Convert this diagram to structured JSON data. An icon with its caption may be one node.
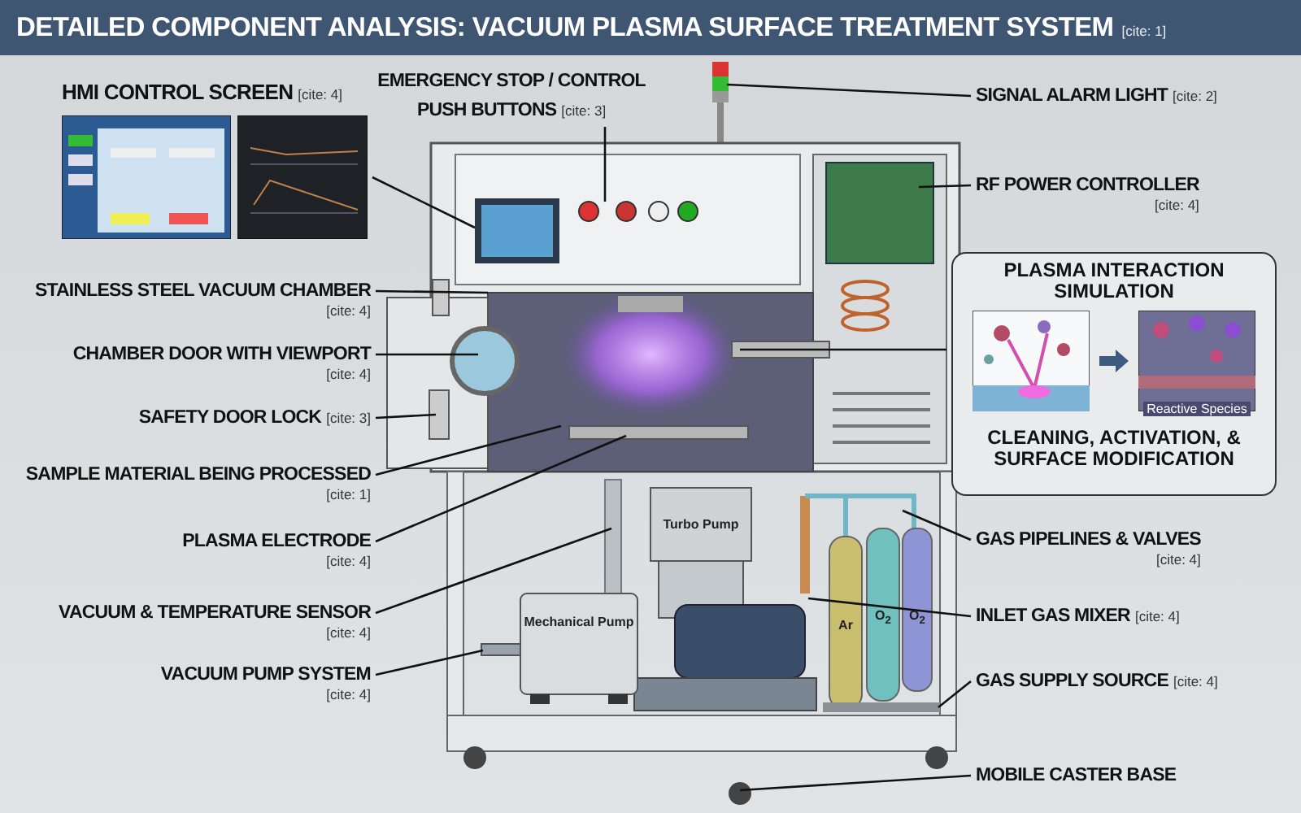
{
  "diagram": {
    "title": "DETAILED COMPONENT ANALYSIS: VACUUM PLASMA SURFACE TREATMENT SYSTEM",
    "nodes": [
      {
        "text": [
          "HMI CONTROL SCREEN",
          "[cite: 4]"
        ]
      },
      {
        "text": [
          "EMERGENCY STOP / CONTROL PUSH BUTTONS",
          "[cite: 3]"
        ]
      },
      {
        "text": [
          "SIGNAL ALARM LIGHT",
          "[cite: 2]"
        ]
      },
      {
        "text": [
          "RF POWER CONTROLLER",
          "[cite: 4]"
        ]
      },
      {
        "text": [
          "STAINLESS STEEL VACUUM CHAMBER",
          "[cite: 4]"
        ]
      },
      {
        "text": [
          "CHAMBER DOOR WITH VIEWPORT",
          "[cite: 4]"
        ]
      },
      {
        "text": [
          "SAFETY DOOR LOCK",
          "[cite: 3]"
        ]
      },
      {
        "text": [
          "SAMPLE MATERIAL BEING PROCESSED",
          "[cite: 1]"
        ]
      },
      {
        "text": [
          "PLASMA ELECTRODE",
          "[cite: 4]"
        ]
      },
      {
        "text": [
          "VACUUM & TEMPERATURE SENSOR",
          "[cite: 4]"
        ]
      },
      {
        "text": [
          "VACUUM PUMP SYSTEM",
          "[cite: 4]"
        ]
      },
      {
        "text": [
          "PLASMA INTERACTION SIMULATION",
          "CLEANING, ACTIVATION, & SURFACE MODIFICATION"
        ]
      },
      {
        "text": [
          "GAS PIPELINES & VALVES",
          "[cite: 4]"
        ]
      },
      {
        "text": [
          "INLET GAS MIXER",
          "[cite: 4]"
        ]
      },
      {
        "text": [
          "GAS SUPPLY SOURCE",
          "[cite: 4]"
        ]
      },
      {
        "text": [
          "MOBILE CASTER BASE"
        ]
      }
    ],
    "edges": [
      {
        "from": 0,
        "to": null,
        "arrow": "none"
      },
      {
        "from": 1,
        "to": null,
        "arrow": "none"
      },
      {
        "from": 2,
        "to": null,
        "arrow": "none"
      },
      {
        "from": 3,
        "to": null,
        "arrow": "none"
      },
      {
        "from": 4,
        "to": null,
        "arrow": "none"
      },
      {
        "from": 5,
        "to": null,
        "arrow": "none"
      },
      {
        "from": 6,
        "to": null,
        "arrow": "none"
      },
      {
        "from": 7,
        "to": null,
        "arrow": "none"
      },
      {
        "from": 8,
        "to": null,
        "arrow": "none"
      },
      {
        "from": 9,
        "to": null,
        "arrow": "none"
      },
      {
        "from": 10,
        "to": null,
        "arrow": "none"
      },
      {
        "from": null,
        "to": 11,
        "arrow": "none"
      },
      {
        "from": 12,
        "to": null,
        "arrow": "none"
      },
      {
        "from": 13,
        "to": null,
        "arrow": "none"
      },
      {
        "from": 14,
        "to": null,
        "arrow": "none"
      },
      {
        "from": 15,
        "to": null,
        "arrow": "none"
      }
    ],
    "labels": [
      "[cite: 1]",
      "Turbo Pump",
      "Mechanical Pump",
      "Ar",
      "O$_{2}$",
      "O$_{2}$",
      "Reactive Species"
    ]
  }
}
